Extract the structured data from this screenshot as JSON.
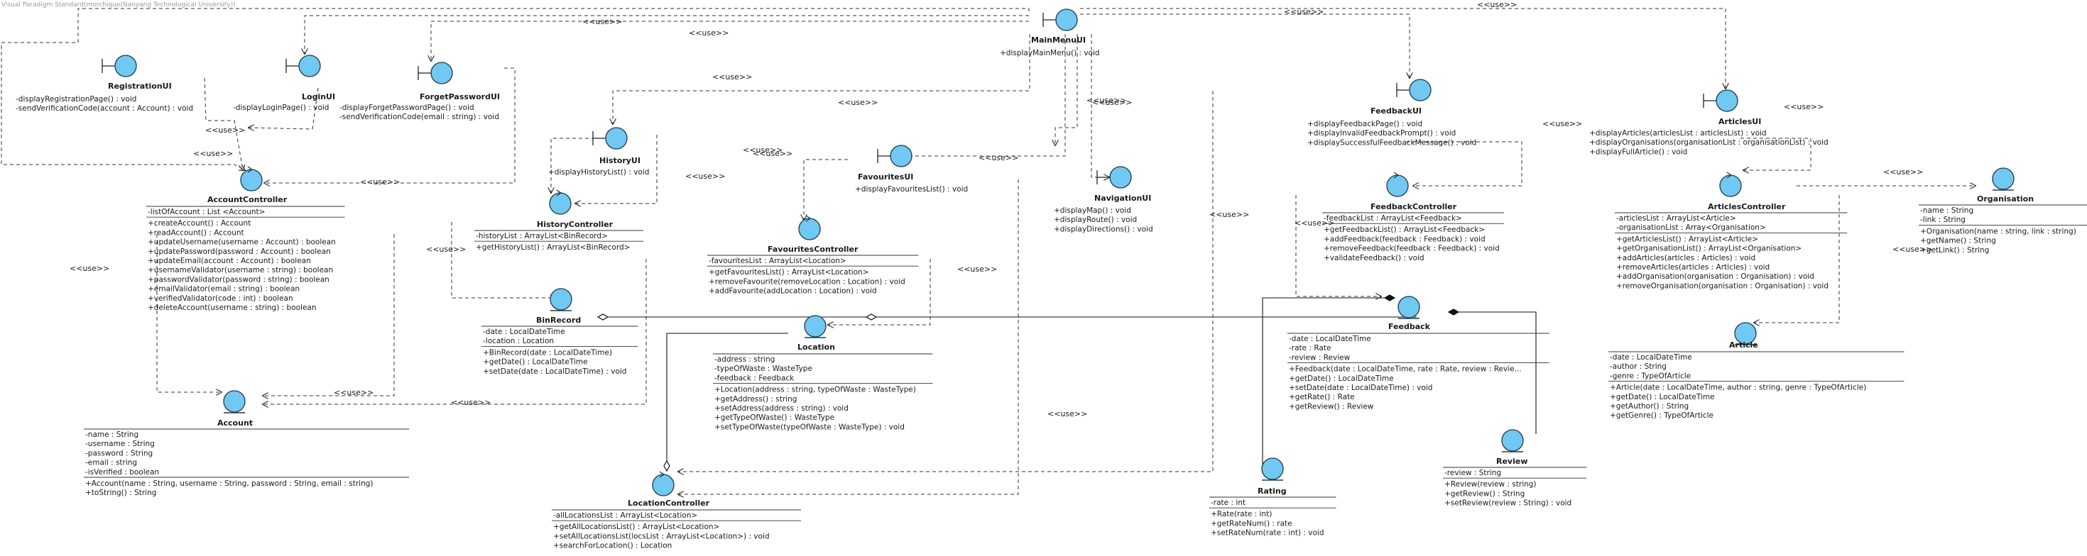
{
  "watermark": "Visual Paradigm Standard(morchique(Nanyang Technological University))",
  "dependency_label": "<<use>>",
  "classes": [
    {
      "key": "mainmenuui",
      "name": "MainMenuUI",
      "stereotype": "boundary",
      "attributes": [],
      "operations": [
        "+displayMainMenu() : void"
      ]
    },
    {
      "key": "registrationui",
      "name": "RegistrationUI",
      "stereotype": "boundary",
      "attributes": [],
      "operations": [
        "-displayRegistrationPage() : void",
        "-sendVerificationCode(account : Account) : void"
      ]
    },
    {
      "key": "loginui",
      "name": "LoginUI",
      "stereotype": "boundary",
      "attributes": [],
      "operations": [
        "-displayLoginPage() : void"
      ]
    },
    {
      "key": "forgetpasswordui",
      "name": "ForgetPasswordUI",
      "stereotype": "boundary",
      "attributes": [],
      "operations": [
        "-displayForgetPasswordPage() : void",
        "-sendVerificationCode(email : string) : void"
      ]
    },
    {
      "key": "historyui",
      "name": "HistoryUI",
      "stereotype": "boundary",
      "attributes": [],
      "operations": [
        "+displayHistoryList() : void"
      ]
    },
    {
      "key": "favouritesui",
      "name": "FavouritesUI",
      "stereotype": "boundary",
      "attributes": [],
      "operations": [
        "+displayFavouritesList() : void"
      ]
    },
    {
      "key": "navigationui",
      "name": "NavigationUI",
      "stereotype": "boundary",
      "attributes": [],
      "operations": [
        "+displayMap() : void",
        "+displayRoute() : void",
        "+displayDirections() : void"
      ]
    },
    {
      "key": "feedbackui",
      "name": "FeedbackUI",
      "stereotype": "boundary",
      "attributes": [],
      "operations": [
        "+displayFeedbackPage() : void",
        "+displayInvalidFeedbackPrompt() : void",
        "+displaySuccessfulFeedbackMessage() : void"
      ]
    },
    {
      "key": "articlesui",
      "name": "ArticlesUI",
      "stereotype": "boundary",
      "attributes": [],
      "operations": [
        "+displayArticles(articlesList : articlesList) : void",
        "+displayOrganisations(organisationList : organisationList) : void",
        "+displayFullArticle() : void"
      ]
    },
    {
      "key": "accountcontroller",
      "name": "AccountController",
      "stereotype": "control",
      "attributes": [
        "-listOfAccount : List <Account>"
      ],
      "operations": [
        "+createAccount() : Account",
        "+readAccount() : Account",
        "+updateUsername(username : Account) : boolean",
        "+updatePassword(password : Account) : boolean",
        "+updateEmail(account : Account) : boolean",
        "+usernameValidator(username : string) : boolean",
        "+passwordValidator(password : string) : boolean",
        "+emailValidator(email : string) : boolean",
        "+verifiedValidator(code : int) : boolean",
        "+deleteAccount(username : string) : boolean"
      ]
    },
    {
      "key": "historycontroller",
      "name": "HistoryController",
      "stereotype": "control",
      "attributes": [
        "-historyList : ArrayList<BinRecord>"
      ],
      "operations": [
        "+getHistoryList() : ArrayList<BinRecord>"
      ]
    },
    {
      "key": "favouritescontroller",
      "name": "FavouritesController",
      "stereotype": "control",
      "attributes": [
        "-favouritesList : ArrayList<Location>"
      ],
      "operations": [
        "+getFavouritesList() : ArrayList<Location>",
        "+removeFavourite(removeLocation : Location) : void",
        "+addFavourite(addLocation : Location) : void"
      ]
    },
    {
      "key": "feedbackcontroller",
      "name": "FeedbackController",
      "stereotype": "control",
      "attributes": [
        "-feedbackList : ArrayList<Feedback>"
      ],
      "operations": [
        "+getFeedbackList() : ArrayList<Feedback>",
        "+addFeedback(feedback : Feedback) : void",
        "+removeFeedback(feedback : Feedback) : void",
        "+validateFeedback() : void"
      ]
    },
    {
      "key": "articlescontroller",
      "name": "ArticlesController",
      "stereotype": "control",
      "attributes": [
        "-articlesList : ArrayList<Article>",
        "-organisationList : Array<Organisation>"
      ],
      "operations": [
        "+getArticlesList() : ArrayList<Article>",
        "+getOrganisationList() : ArrayList<Organisation>",
        "+addArticles(articles : Articles) : void",
        "+removeArticles(articles : Articles) : void",
        "+addOrganisation(organisation : Organisation) : void",
        "+removeOrganisation(organisation : Organisation) : void"
      ]
    },
    {
      "key": "locationcontroller",
      "name": "LocationController",
      "stereotype": "control",
      "attributes": [
        "-allLocationsList : ArrayList<Location>"
      ],
      "operations": [
        "+getAllLocationsList() : ArrayList<Location>",
        "+setAllLocationsList(locsList : ArrayList<Location>) : void",
        "+searchForLocation() : Location"
      ]
    },
    {
      "key": "account",
      "name": "Account",
      "stereotype": "entity",
      "attributes": [
        "-name : String",
        "-username : String",
        "-password : String",
        "-email : string",
        "-isVerified : boolean"
      ],
      "operations": [
        "+Account(name : String, username : String, password : String, email : string)",
        "+toString() : String"
      ]
    },
    {
      "key": "binrecord",
      "name": "BinRecord",
      "stereotype": "entity",
      "attributes": [
        "-date : LocalDateTime",
        "-location : Location"
      ],
      "operations": [
        "+BinRecord(date : LocalDateTime)",
        "+getDate() : LocalDateTime",
        "+setDate(date : LocalDateTime) : void"
      ]
    },
    {
      "key": "location",
      "name": "Location",
      "stereotype": "entity",
      "attributes": [
        "-address : string",
        "-typeOfWaste : WasteType",
        "-feedback : Feedback"
      ],
      "operations": [
        "+Location(address : string, typeOfWaste : WasteType)",
        "+getAddress() : string",
        "+setAddress(address : string) : void",
        "+getTypeOfWaste() : WasteType",
        "+setTypeOfWaste(typeOfWaste : WasteType) : void"
      ]
    },
    {
      "key": "feedback",
      "name": "Feedback",
      "stereotype": "entity",
      "attributes": [
        "-date : LocalDateTime",
        "-rate : Rate",
        "-review : Review"
      ],
      "operations": [
        "+Feedback(date : LocalDateTime, rate : Rate, review : Revie...",
        "+getDate() : LocalDateTime",
        "+setDate(date : LocalDateTime) : void",
        "+getRate() : Rate",
        "+getReview() : Review"
      ]
    },
    {
      "key": "rating",
      "name": "Rating",
      "stereotype": "entity",
      "attributes": [
        "-rate : int"
      ],
      "operations": [
        "+Rate(rate : int)",
        "+getRateNum() : rate",
        "+setRateNum(rate : int) : void"
      ]
    },
    {
      "key": "review",
      "name": "Review",
      "stereotype": "entity",
      "attributes": [
        "-review : String"
      ],
      "operations": [
        "+Review(review : string)",
        "+getReview() : String",
        "+setReview(review : String) : void"
      ]
    },
    {
      "key": "article",
      "name": "Article",
      "stereotype": "entity",
      "attributes": [
        "-date : LocalDateTime",
        "-author : String",
        "-genre : TypeOfArticle"
      ],
      "operations": [
        "+Article(date : LocalDateTime, author : string, genre : TypeOfArticle)",
        "+getDate() : LocalDateTime",
        "+getAuthor() : String",
        "+getGenre() : TypeOfArticle"
      ]
    },
    {
      "key": "organisation",
      "name": "Organisation",
      "stereotype": "entity",
      "attributes": [
        "-name : String",
        "-link : String"
      ],
      "operations": [
        "+Organisation(name : string, link : string)",
        "+getName() : String",
        "+getLink() : String"
      ]
    }
  ]
}
